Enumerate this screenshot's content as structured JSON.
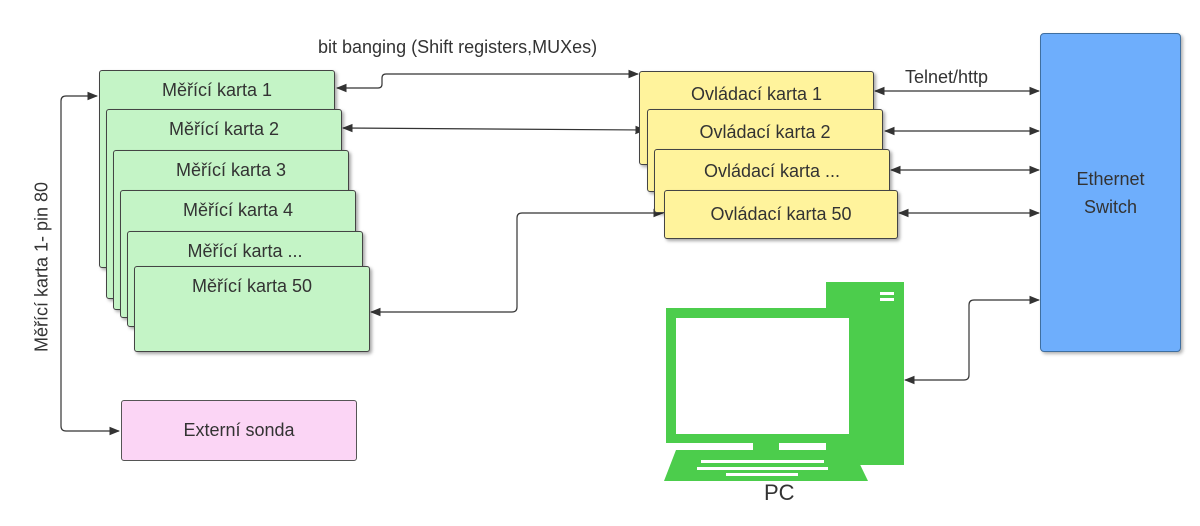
{
  "top_label": "bit banging (Shift registers,MUXes)",
  "telnet_label": "Telnet/http",
  "side_label": "Měřící karta 1- pin 80",
  "measure_cards": [
    "Měřící karta 1",
    "Měřící karta 2",
    "Měřící karta 3",
    "Měřící karta 4",
    "Měřící karta ...",
    "Měřící karta 50"
  ],
  "control_cards": [
    "Ovládací karta 1",
    "Ovládací karta 2",
    "Ovládací karta ...",
    "Ovládací karta 50"
  ],
  "external_probe": "Externí sonda",
  "switch_lines": [
    "Ethernet",
    "Switch"
  ],
  "pc_label": "PC",
  "colors": {
    "measure": "#c4f4c6",
    "control": "#fff39c",
    "probe": "#fbd5f5",
    "switch": "#6eaefc",
    "pc": "#4ccd4c"
  }
}
